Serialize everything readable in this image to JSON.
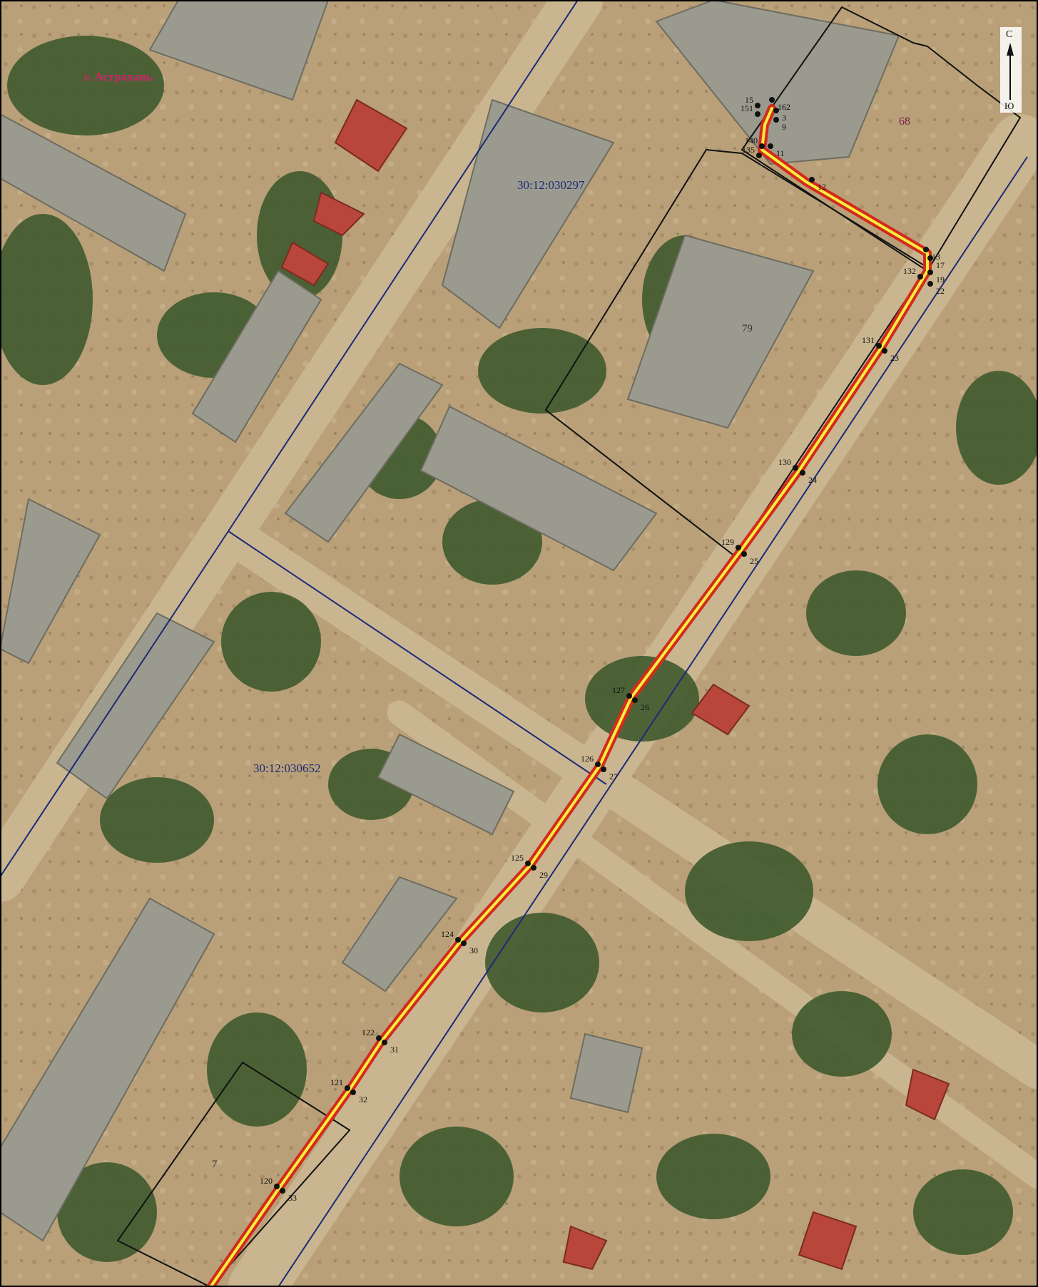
{
  "map": {
    "city_label": "г. Астрахань",
    "north_arrow": {
      "north": "С",
      "south": "Ю"
    },
    "cadastral_quarters": [
      "30:12:030297",
      "30:12:030652"
    ],
    "parcel_labels": [
      "68",
      "79",
      "7"
    ],
    "route_points": [
      {
        "label": "15",
        "side": "left"
      },
      {
        "label": "162",
        "side": "right"
      },
      {
        "label": "151",
        "side": "left"
      },
      {
        "label": "3",
        "side": "right"
      },
      {
        "label": "9",
        "side": "right"
      },
      {
        "label": "140",
        "side": "left"
      },
      {
        "label": "11",
        "side": "right"
      },
      {
        "label": "135",
        "side": "left"
      },
      {
        "label": "12",
        "side": "right"
      },
      {
        "label": "13",
        "side": "right"
      },
      {
        "label": "17",
        "side": "right"
      },
      {
        "label": "19",
        "side": "right"
      },
      {
        "label": "132",
        "side": "left"
      },
      {
        "label": "22",
        "side": "right"
      },
      {
        "label": "131",
        "side": "left"
      },
      {
        "label": "23",
        "side": "right"
      },
      {
        "label": "130",
        "side": "left"
      },
      {
        "label": "24",
        "side": "right"
      },
      {
        "label": "129",
        "side": "left"
      },
      {
        "label": "25",
        "side": "right"
      },
      {
        "label": "127",
        "side": "left"
      },
      {
        "label": "26",
        "side": "right"
      },
      {
        "label": "126",
        "side": "left"
      },
      {
        "label": "27",
        "side": "right"
      },
      {
        "label": "125",
        "side": "left"
      },
      {
        "label": "29",
        "side": "right"
      },
      {
        "label": "124",
        "side": "left"
      },
      {
        "label": "30",
        "side": "right"
      },
      {
        "label": "122",
        "side": "left"
      },
      {
        "label": "31",
        "side": "right"
      },
      {
        "label": "121",
        "side": "left"
      },
      {
        "label": "32",
        "side": "right"
      },
      {
        "label": "120",
        "side": "left"
      },
      {
        "label": "33",
        "side": "right"
      }
    ],
    "colors": {
      "route_outer": "#d42a1e",
      "route_inner": "#f5ee3a",
      "parcel_border": "#111111",
      "quarter_border": "#1c2a78",
      "city_label": "#d1226a",
      "parcel_label": "#7a2050"
    }
  }
}
